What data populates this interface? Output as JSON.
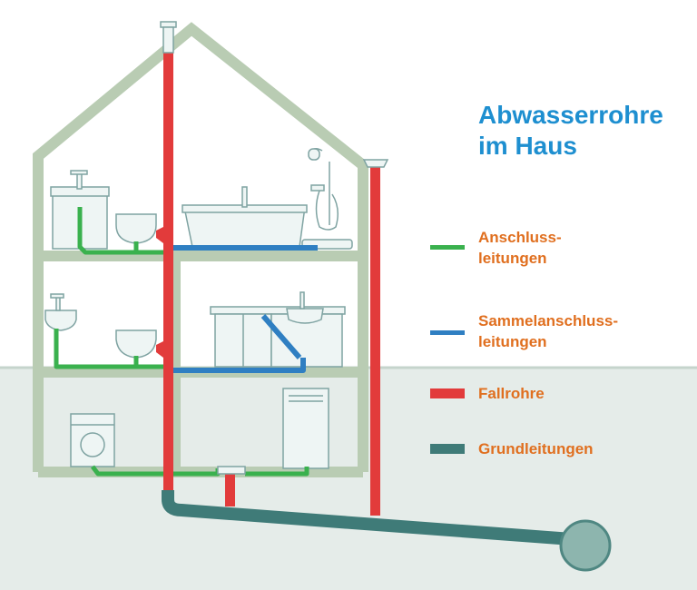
{
  "title": {
    "line1": "Abwasserrohre",
    "line2": "im Haus"
  },
  "legend": [
    {
      "label": "Anschluss-\nleitungen",
      "color": "#3ab14e",
      "icon": "green-line"
    },
    {
      "label": "Sammelanschluss-\nleitungen",
      "color": "#2f7fc2",
      "icon": "blue-line"
    },
    {
      "label": "Fallrohre",
      "color": "#e23b3b",
      "icon": "red-bar"
    },
    {
      "label": "Grundleitungen",
      "color": "#3f7b78",
      "icon": "teal-bar"
    }
  ],
  "colors": {
    "house_frame": "#b9ccb3",
    "ground": "#e5ece9",
    "fixture_fill": "#eef5f4",
    "fixture_stroke": "#7fa3a2"
  }
}
